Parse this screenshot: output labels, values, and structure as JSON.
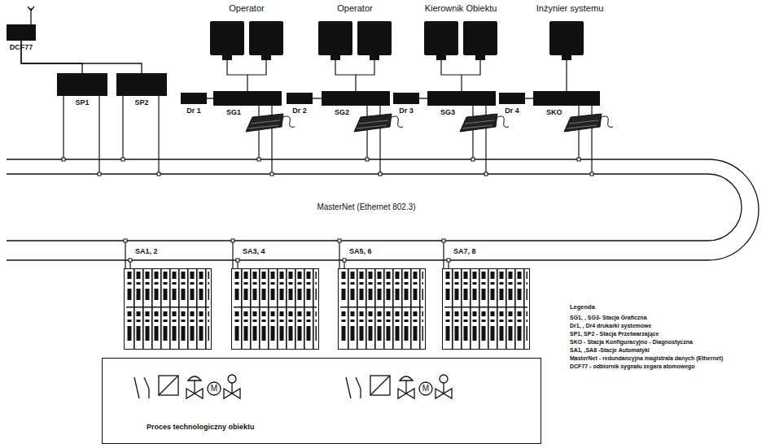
{
  "diagram": {
    "nodes": [
      {
        "text": [
          "DCF77"
        ]
      },
      {
        "text": [
          "SP1"
        ]
      },
      {
        "text": [
          "SP2"
        ]
      },
      {
        "text": [
          "Dr 1"
        ]
      },
      {
        "text": [
          "SG1"
        ]
      },
      {
        "text": [
          "Dr 2"
        ]
      },
      {
        "text": [
          "SG2"
        ]
      },
      {
        "text": [
          "Dr 3"
        ]
      },
      {
        "text": [
          "SG3"
        ]
      },
      {
        "text": [
          "Dr 4"
        ]
      },
      {
        "text": [
          "SKO"
        ]
      },
      {
        "text": [
          "SA1, 2"
        ]
      },
      {
        "text": [
          "SA3, 4"
        ]
      },
      {
        "text": [
          "SA5, 6"
        ]
      },
      {
        "text": [
          "SA7, 8"
        ]
      },
      {
        "text": [
          "Proces technologiczny obiektu"
        ]
      }
    ],
    "edges": [
      {
        "from": 0,
        "to": 1,
        "arrow": "none"
      },
      {
        "from": 0,
        "to": 2,
        "arrow": "none"
      },
      {
        "from": 3,
        "to": 4,
        "arrow": "none"
      },
      {
        "from": 5,
        "to": 6,
        "arrow": "none"
      },
      {
        "from": 7,
        "to": 8,
        "arrow": "none"
      },
      {
        "from": 9,
        "to": 10,
        "arrow": "none"
      }
    ],
    "labels": [
      "Operator",
      "Operator",
      "Kierownik Obiektu",
      "Inżynier systemu",
      "MasterNet (Ethernet 802.3)",
      "Legenda",
      "M",
      "M"
    ],
    "legend": [
      {
        "text": "SG1, , SG3- Stacja Graficzna"
      },
      {
        "text": "Dr1, , Dr4 drukarki systemowe"
      },
      {
        "text": "SP1, SP2 - Stacja Przetwarzające"
      },
      {
        "text": "SKO - Stacja Konfiguracyjno - Diagnostyczna"
      },
      {
        "text": "SA1, ,SA8 -Stacje Automatyki"
      },
      {
        "text": "MasterNet - redundancyjna magistrala danych (Ethernet)"
      },
      {
        "text": "DCF77 - odbiornik sygnału zegara atomowego"
      }
    ]
  }
}
